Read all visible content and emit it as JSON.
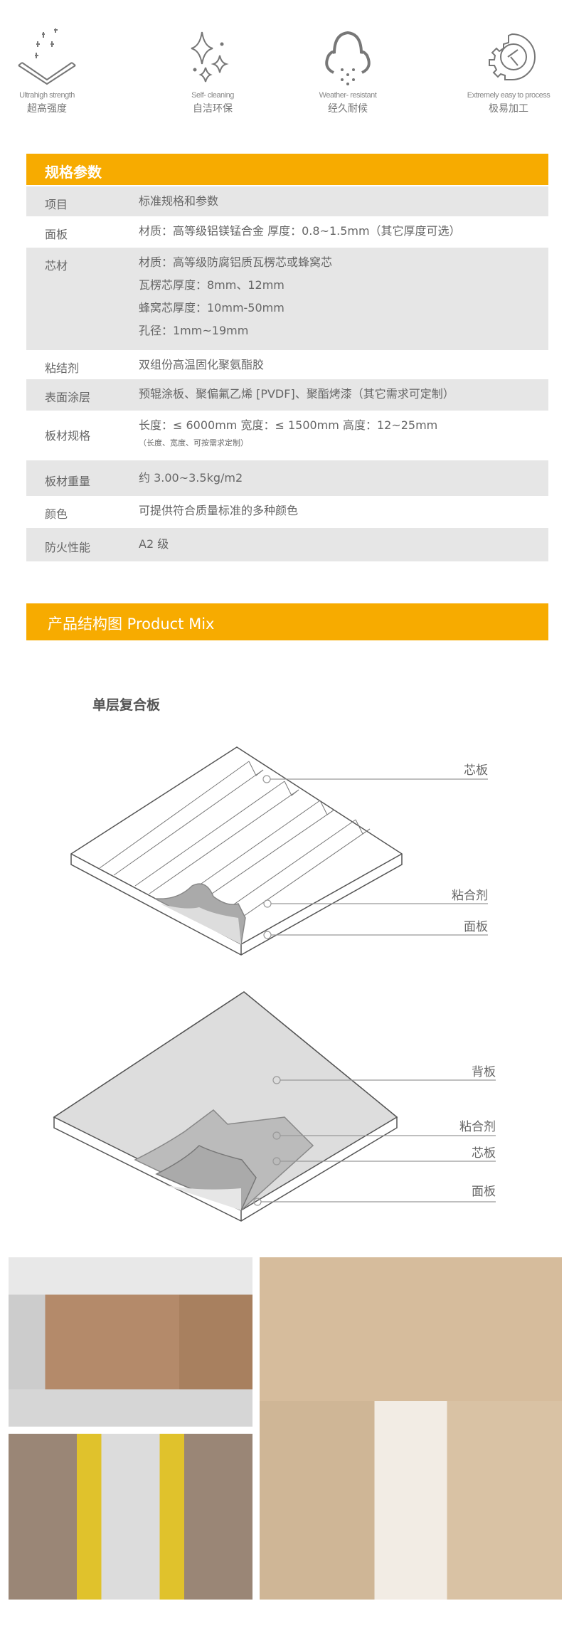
{
  "features": [
    {
      "icon": "strength-icon",
      "en": "Ultrahigh strength",
      "zh": "超高强度"
    },
    {
      "icon": "sparkle-icon",
      "en": "Self- cleaning",
      "zh": "自洁环保"
    },
    {
      "icon": "cloud-rain-icon",
      "en": "Weather- resistant",
      "zh": "经久耐候"
    },
    {
      "icon": "gear-clock-icon",
      "en": "Extremely easy to process",
      "zh": "极易加工"
    }
  ],
  "spec": {
    "title": "规格参数",
    "rows": [
      {
        "k": "项目",
        "v": [
          "标准规格和参数"
        ]
      },
      {
        "k": "面板",
        "v": [
          "材质：高等级铝镁锰合金 厚度：0.8~1.5mm（其它厚度可选）"
        ]
      },
      {
        "k": "芯材",
        "v": [
          "材质：高等级防腐铝质瓦楞芯或蜂窝芯",
          "瓦楞芯厚度：8mm、12mm",
          "蜂窝芯厚度：10mm-50mm",
          "孔径：1mm~19mm"
        ]
      },
      {
        "k": "粘结剂",
        "v": [
          "双组份高温固化聚氨酯胶"
        ]
      },
      {
        "k": "表面涂层",
        "v": [
          "预辊涂板、聚偏氟乙烯 [PVDF]、聚酯烤漆（其它需求可定制）"
        ]
      },
      {
        "k": "板材规格",
        "v": [
          "长度：≤ 6000mm  宽度：≤ 1500mm  高度：12~25mm"
        ],
        "note": "（长度、宽度、可按需求定制）"
      },
      {
        "k": "板材重量",
        "v": [
          "约 3.00~3.5kg/m2"
        ]
      },
      {
        "k": "颜色",
        "v": [
          "可提供符合质量标准的多种颜色"
        ]
      },
      {
        "k": "防火性能",
        "v": [
          "A2 级"
        ]
      }
    ]
  },
  "mix": {
    "title": "产品结构图  Product Mix",
    "subtitle": "单层复合板",
    "d1": [
      "芯板",
      "粘合剂",
      "面板"
    ],
    "d2": [
      "背板",
      "粘合剂",
      "芯板",
      "面板"
    ]
  },
  "colors": {
    "accent": "#f7ab00",
    "row": "#e6e6e6"
  }
}
